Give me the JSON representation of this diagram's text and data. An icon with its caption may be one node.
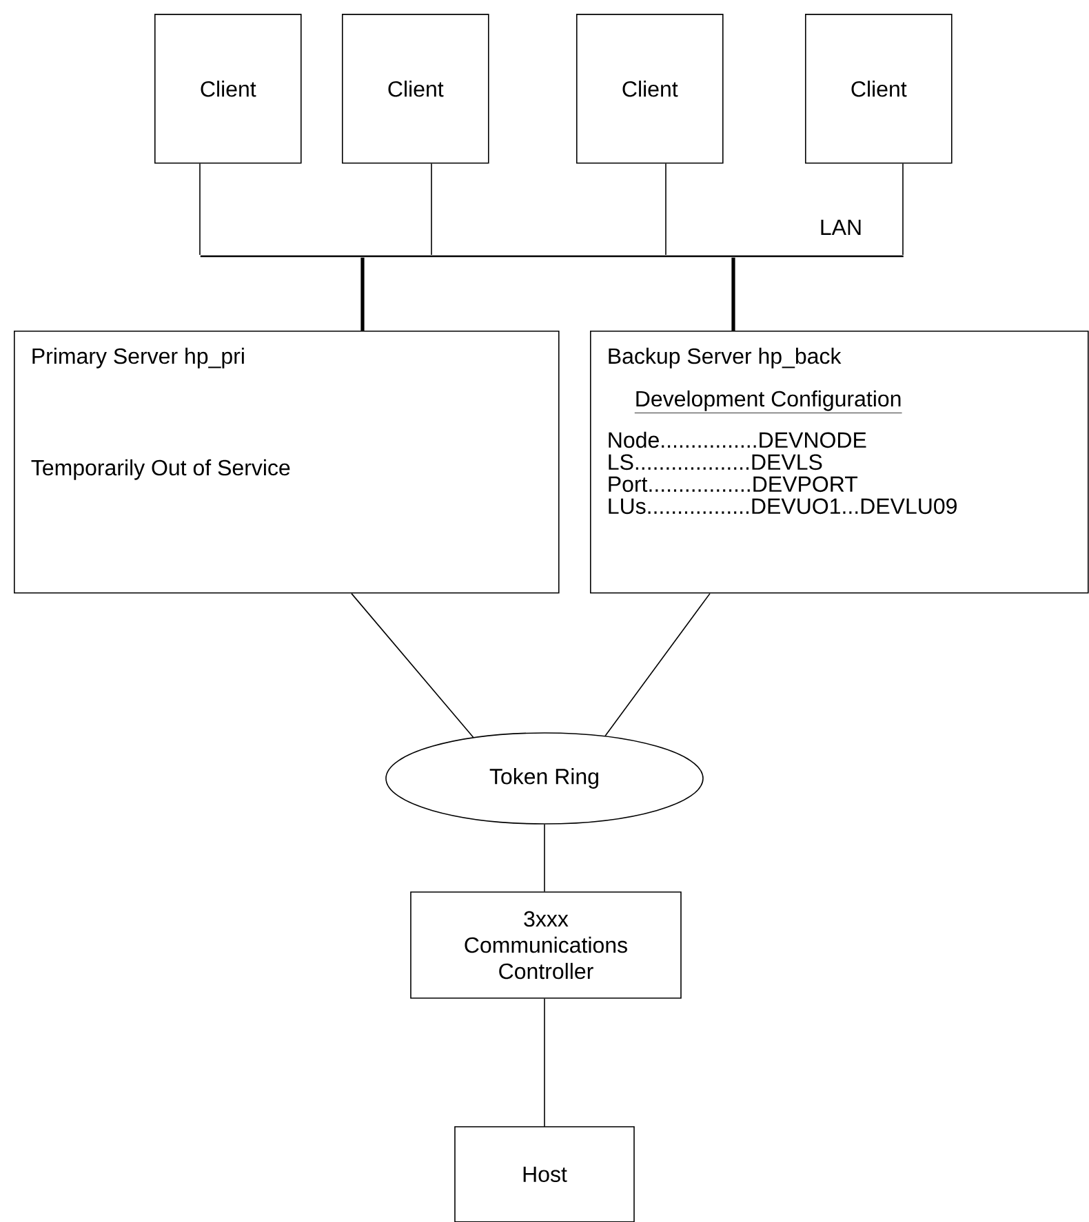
{
  "diagram": {
    "nodes": [
      {
        "text": [
          "Client"
        ]
      },
      {
        "text": [
          "Client"
        ]
      },
      {
        "text": [
          "Client"
        ]
      },
      {
        "text": [
          "Client"
        ]
      },
      {
        "text": [],
        "shape": "bar",
        "beside": [
          "LAN"
        ]
      },
      {
        "text": [
          "Primary Server hp_pri",
          "Temporarily Out of Service"
        ]
      },
      {
        "text": [
          "Backup Server hp_back",
          "Development Configuration",
          "Node................DEVNODE",
          "LS...................DEVLS",
          "Port.................DEVPORT",
          "LUs.................DEVUO1...DEVLU09"
        ]
      },
      {
        "text": [
          "Token Ring"
        ]
      },
      {
        "text": [
          "3xxx Communications Controller"
        ]
      },
      {
        "text": [
          "Host"
        ]
      }
    ],
    "edges": [
      {
        "from": 0,
        "to": 4,
        "arrow": "none"
      },
      {
        "from": 1,
        "to": 4,
        "arrow": "none"
      },
      {
        "from": 2,
        "to": 4,
        "arrow": "none"
      },
      {
        "from": 3,
        "to": 4,
        "arrow": "none"
      },
      {
        "from": 4,
        "to": 5,
        "arrow": "none",
        "style": "thick"
      },
      {
        "from": 4,
        "to": 6,
        "arrow": "none",
        "style": "thick"
      },
      {
        "from": 5,
        "to": 7,
        "arrow": "none"
      },
      {
        "from": 6,
        "to": 7,
        "arrow": "none"
      },
      {
        "from": 7,
        "to": 8,
        "arrow": "none"
      },
      {
        "from": 8,
        "to": 9,
        "arrow": "none"
      }
    ]
  }
}
